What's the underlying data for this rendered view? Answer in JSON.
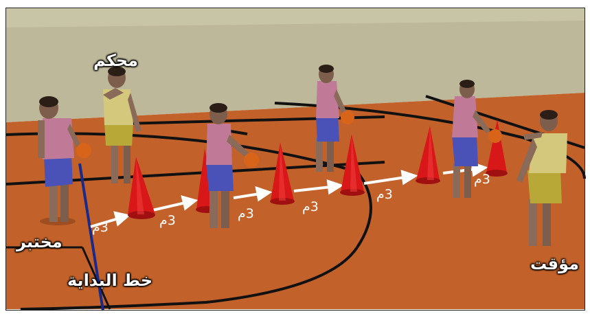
{
  "labels": {
    "examiner": "مختبر",
    "referee": "محكم",
    "timer": "مؤقت",
    "start_line": "خط البداية"
  },
  "distance_label": "3م",
  "distances": [
    "3م",
    "3م",
    "3م",
    "3م",
    "3م",
    "3م"
  ],
  "colors": {
    "court": "#c2622a",
    "wall": "#bdb89a",
    "cone": "#d81818",
    "start_line": "#1a2a8a",
    "court_line": "#111111",
    "jersey": "#c07a98",
    "shorts": "#4a52b8",
    "referee_shirt": "#d4c87c",
    "referee_shorts": "#b8a838",
    "ball": "#d8641a",
    "arrow": "#ffffff"
  }
}
